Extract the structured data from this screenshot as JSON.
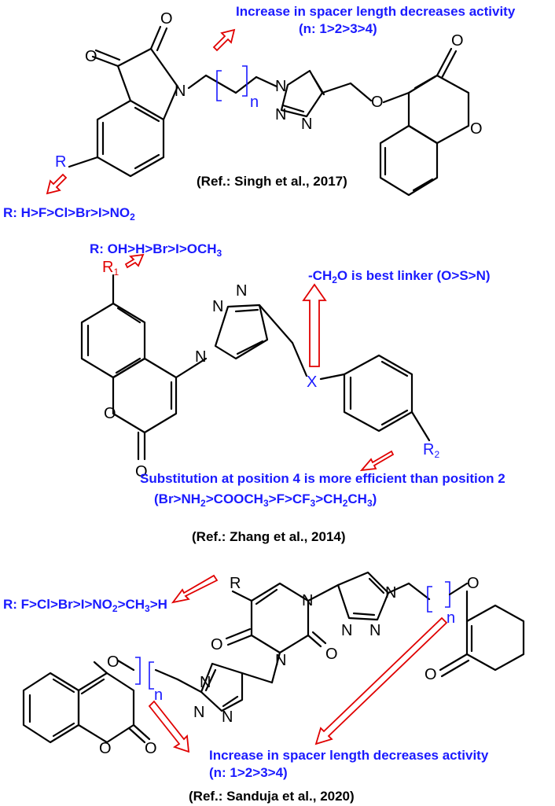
{
  "colors": {
    "annotation": "#1a1aff",
    "arrow": "#e00000",
    "bond": "#000000"
  },
  "panel1": {
    "note_spacer": "Increase in spacer length decreases activity",
    "note_spacer_order": "(n: 1>2>3>4)",
    "note_r_prefix": "R: H>F>Cl>Br>I>NO",
    "note_r_sub": "2",
    "ref": "(Ref.: Singh et al., 2017)",
    "label_n": "n",
    "label_r": "R"
  },
  "panel2": {
    "note_r1_prefix": "R: OH>H>Br>I>OCH",
    "note_r1_sub": "3",
    "note_linker_a": "-CH",
    "note_linker_sub": "2",
    "note_linker_b": "O is best linker (O>S>N)",
    "note_position": "Substitution at position 4 is more efficient than position 2",
    "note_order_a": "(Br>NH",
    "note_order_s1": "2",
    "note_order_b": ">COOCH",
    "note_order_s2": "3",
    "note_order_c": ">F>CF",
    "note_order_s3": "3",
    "note_order_d": ">CH",
    "note_order_s4": "2",
    "note_order_e": "CH",
    "note_order_s5": "3",
    "note_order_f": ")",
    "ref": "(Ref.: Zhang et al., 2014)",
    "label_r1": "R",
    "label_r1_sub": "1",
    "label_r2": "R",
    "label_r2_sub": "2",
    "label_x": "X"
  },
  "panel3": {
    "note_r_a": "R: F>Cl>Br>I>NO",
    "note_r_sub1": "2",
    "note_r_b": ">CH",
    "note_r_sub2": "3",
    "note_r_c": ">H",
    "note_spacer": "Increase in spacer length decreases activity",
    "note_spacer_order": "(n: 1>2>3>4)",
    "ref": "(Ref.: Sanduja et al., 2020)",
    "label_r": "R",
    "label_n_right": "n",
    "label_n_left": "n"
  },
  "atoms": {
    "O": "O",
    "N": "N"
  }
}
